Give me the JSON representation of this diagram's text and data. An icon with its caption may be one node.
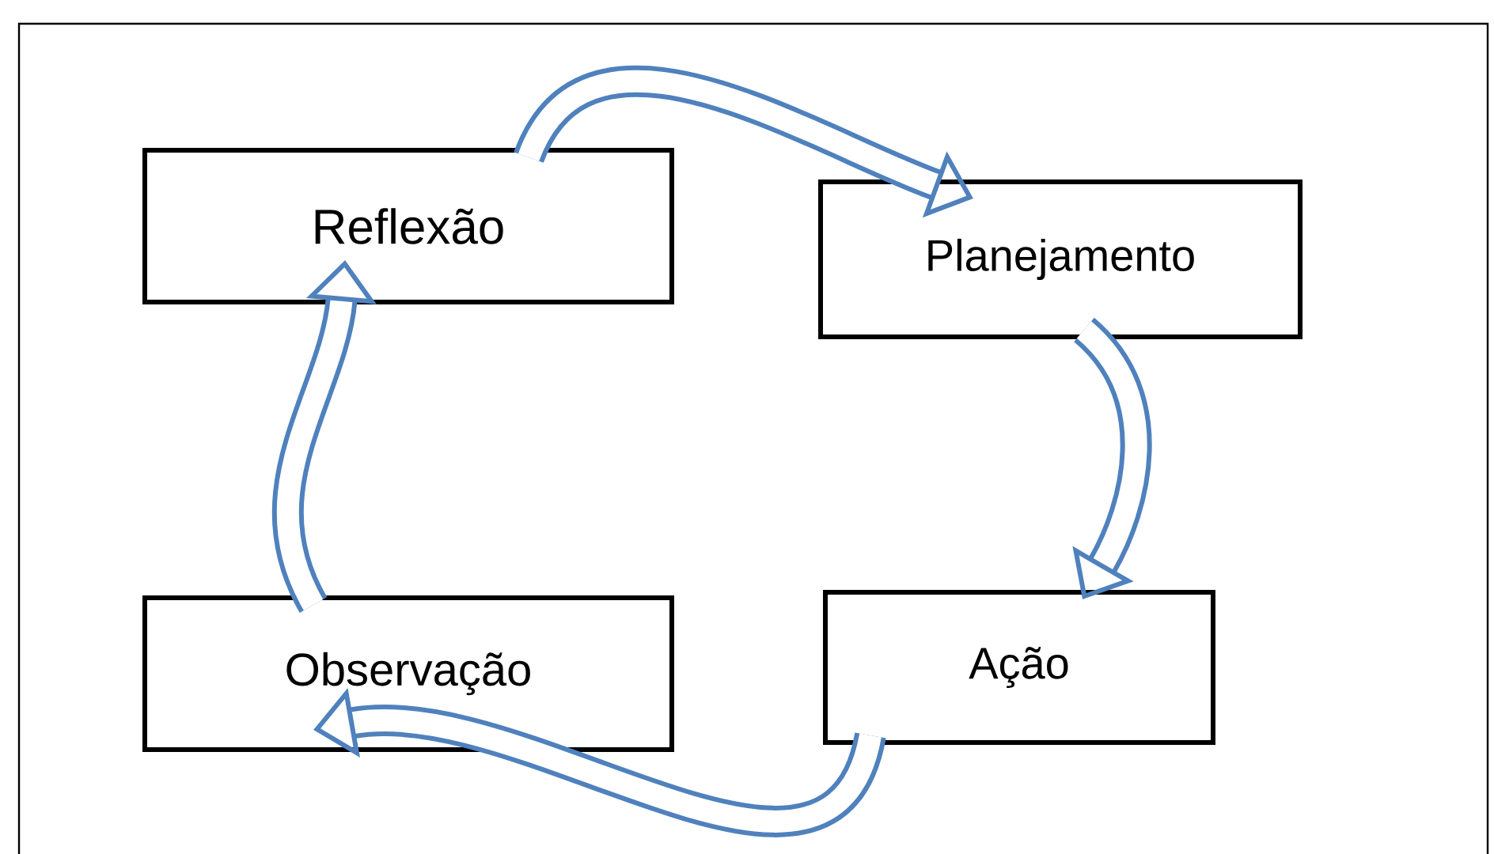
{
  "diagram": {
    "nodes": [
      {
        "text": [
          "Reflexão"
        ]
      },
      {
        "text": [
          "Planejamento"
        ]
      },
      {
        "text": [
          "Observação"
        ]
      },
      {
        "text": [
          "Ação"
        ]
      }
    ],
    "edges": [
      {
        "from": 0,
        "to": 1,
        "arrow": "to"
      },
      {
        "from": 1,
        "to": 3,
        "arrow": "to"
      },
      {
        "from": 3,
        "to": 2,
        "arrow": "to"
      },
      {
        "from": 2,
        "to": 0,
        "arrow": "to"
      }
    ]
  }
}
